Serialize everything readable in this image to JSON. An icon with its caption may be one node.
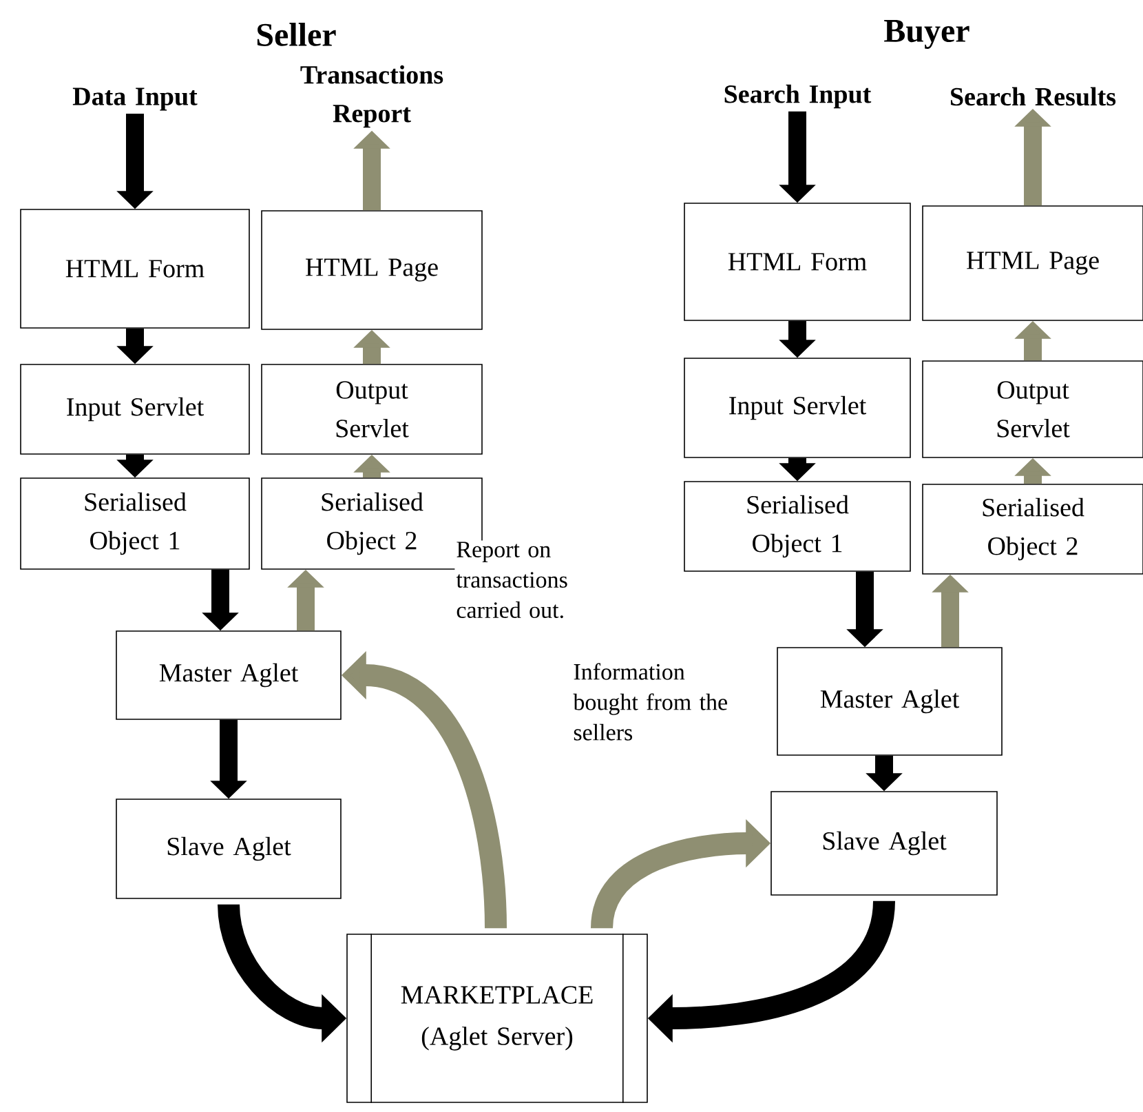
{
  "diagram": {
    "nodes": [
      {
        "text": [
          "Data Input"
        ]
      },
      {
        "text": [
          "Transactions Report"
        ]
      },
      {
        "text": [
          "HTML Form"
        ]
      },
      {
        "text": [
          "HTML Page"
        ]
      },
      {
        "text": [
          "Input Servlet"
        ]
      },
      {
        "text": [
          "Output Servlet"
        ]
      },
      {
        "text": [
          "Serialised Object 1"
        ]
      },
      {
        "text": [
          "Serialised Object 2"
        ]
      },
      {
        "text": [
          "Master Aglet"
        ]
      },
      {
        "text": [
          "Slave Aglet"
        ]
      },
      {
        "text": [
          "Search Input"
        ]
      },
      {
        "text": [
          "Search Results"
        ]
      },
      {
        "text": [
          "HTML Form"
        ]
      },
      {
        "text": [
          "HTML Page"
        ]
      },
      {
        "text": [
          "Input Servlet"
        ]
      },
      {
        "text": [
          "Output Servlet"
        ]
      },
      {
        "text": [
          "Serialised Object 1"
        ]
      },
      {
        "text": [
          "Serialised Object 2"
        ]
      },
      {
        "text": [
          "Master Aglet"
        ]
      },
      {
        "text": [
          "Slave Aglet"
        ]
      },
      {
        "text": [
          "MARKETPLACE",
          "(Aglet Server)"
        ]
      }
    ],
    "edges": [
      {
        "from": 0,
        "to": 2,
        "arrow": "to"
      },
      {
        "from": 2,
        "to": 4,
        "arrow": "to"
      },
      {
        "from": 4,
        "to": 6,
        "arrow": "to"
      },
      {
        "from": 6,
        "to": 8,
        "arrow": "to"
      },
      {
        "from": 8,
        "to": 9,
        "arrow": "to"
      },
      {
        "from": 9,
        "to": 20,
        "arrow": "to"
      },
      {
        "from": 3,
        "to": 1,
        "arrow": "to",
        "color": "#8f8f72"
      },
      {
        "from": 5,
        "to": 3,
        "arrow": "to",
        "color": "#8f8f72"
      },
      {
        "from": 7,
        "to": 5,
        "arrow": "to",
        "color": "#8f8f72"
      },
      {
        "from": 8,
        "to": 7,
        "arrow": "to",
        "color": "#8f8f72"
      },
      {
        "from": 10,
        "to": 12,
        "arrow": "to"
      },
      {
        "from": 12,
        "to": 14,
        "arrow": "to"
      },
      {
        "from": 14,
        "to": 16,
        "arrow": "to"
      },
      {
        "from": 16,
        "to": 18,
        "arrow": "to"
      },
      {
        "from": 18,
        "to": 19,
        "arrow": "to"
      },
      {
        "from": 19,
        "to": 20,
        "arrow": "to"
      },
      {
        "from": 13,
        "to": 11,
        "arrow": "to",
        "color": "#8f8f72"
      },
      {
        "from": 15,
        "to": 13,
        "arrow": "to",
        "color": "#8f8f72"
      },
      {
        "from": 17,
        "to": 15,
        "arrow": "to",
        "color": "#8f8f72"
      },
      {
        "from": 18,
        "to": 17,
        "arrow": "to",
        "color": "#8f8f72"
      },
      {
        "from": 20,
        "to": 8,
        "arrow": "to",
        "color": "#8f8f72",
        "label": "Report on transactions carried out."
      },
      {
        "from": 20,
        "to": 19,
        "arrow": "to",
        "color": "#8f8f72",
        "label": "Information bought from the sellers"
      }
    ],
    "labels": [
      "Seller",
      "Buyer"
    ]
  }
}
